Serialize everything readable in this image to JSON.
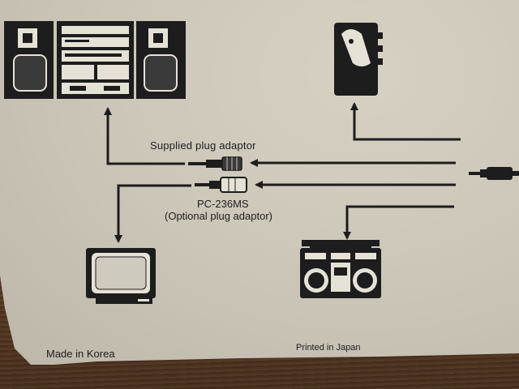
{
  "labels": {
    "supplied_adaptor": "Supplied plug adaptor",
    "model": "PC-236MS",
    "optional_adaptor": "(Optional plug adaptor)",
    "made_in": "Made in Korea",
    "printed_in": "Printed in Japan"
  },
  "colors": {
    "card": "#cbc5b7",
    "ink": "#1d1d1d",
    "wood": "#6b4a30"
  },
  "icons": {
    "stereo_system": "stereo-system-icon",
    "cassette_player": "portable-cassette-player-icon",
    "television": "television-icon",
    "boombox": "boombox-icon",
    "mini_plug": "mini-plug-icon",
    "supplied_plug": "supplied-plug-adaptor-icon",
    "optional_plug": "optional-plug-adaptor-icon"
  }
}
